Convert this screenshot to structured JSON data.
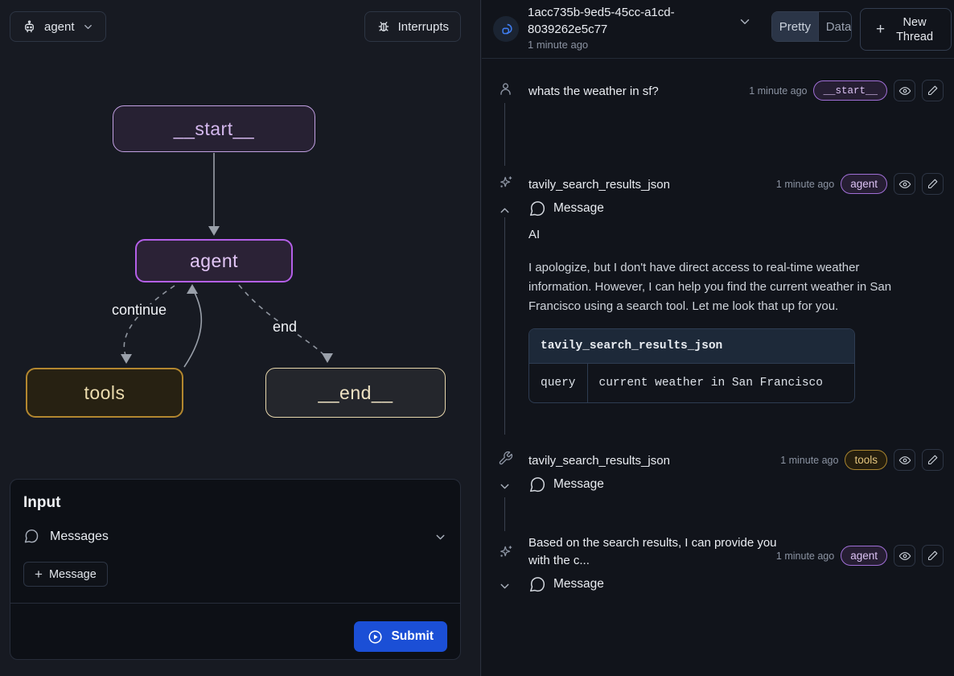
{
  "graph_pane": {
    "selector": {
      "label": "agent"
    },
    "interrupts": {
      "label": "Interrupts"
    },
    "nodes": {
      "start": "__start__",
      "agent": "agent",
      "tools": "tools",
      "end": "__end__"
    },
    "edges": {
      "continue_label": "continue",
      "end_label": "end"
    },
    "input": {
      "title": "Input",
      "messages_label": "Messages",
      "add_icon": "+",
      "add_message_label": "Message",
      "submit_label": "Submit"
    }
  },
  "thread": {
    "id": "1acc735b-9ed5-45cc-a1cd-8039262e5c77",
    "timestamp": "1 minute ago",
    "toggle": {
      "pretty": "Pretty",
      "data": "Data",
      "selected": "Pretty"
    },
    "new_thread": {
      "plus": "+",
      "label": "New Thread"
    }
  },
  "messages": [
    {
      "title": "whats the weather in sf?",
      "timestamp": "1 minute ago",
      "badge": "__start__"
    },
    {
      "title": "tavily_search_results_json",
      "timestamp": "1 minute ago",
      "badge": "agent",
      "section": "Message",
      "role": "AI",
      "body": "I apologize, but I don't have direct access to real-time weather information. However, I can help you find the current weather in San Francisco using a search tool. Let me look that up for you.",
      "tool_call": {
        "name": "tavily_search_results_json",
        "param_key": "query",
        "param_value": "current weather in San Francisco"
      }
    },
    {
      "title": "tavily_search_results_json",
      "timestamp": "1 minute ago",
      "badge": "tools",
      "section": "Message"
    },
    {
      "title": "Based on the search results, I can provide you with the c...",
      "timestamp": "1 minute ago",
      "badge": "agent",
      "section": "Message"
    }
  ],
  "colors": {
    "node_purple": "#b45fe8",
    "node_purple_light": "#c2a0e2",
    "node_gold": "#b3872f",
    "node_cream": "#e6d6ab",
    "submit_blue": "#1b4fd6",
    "logo_blue": "#3f7df0",
    "badge_purple_text": "#dcc2f4",
    "badge_gold_text": "#e4c57e"
  }
}
